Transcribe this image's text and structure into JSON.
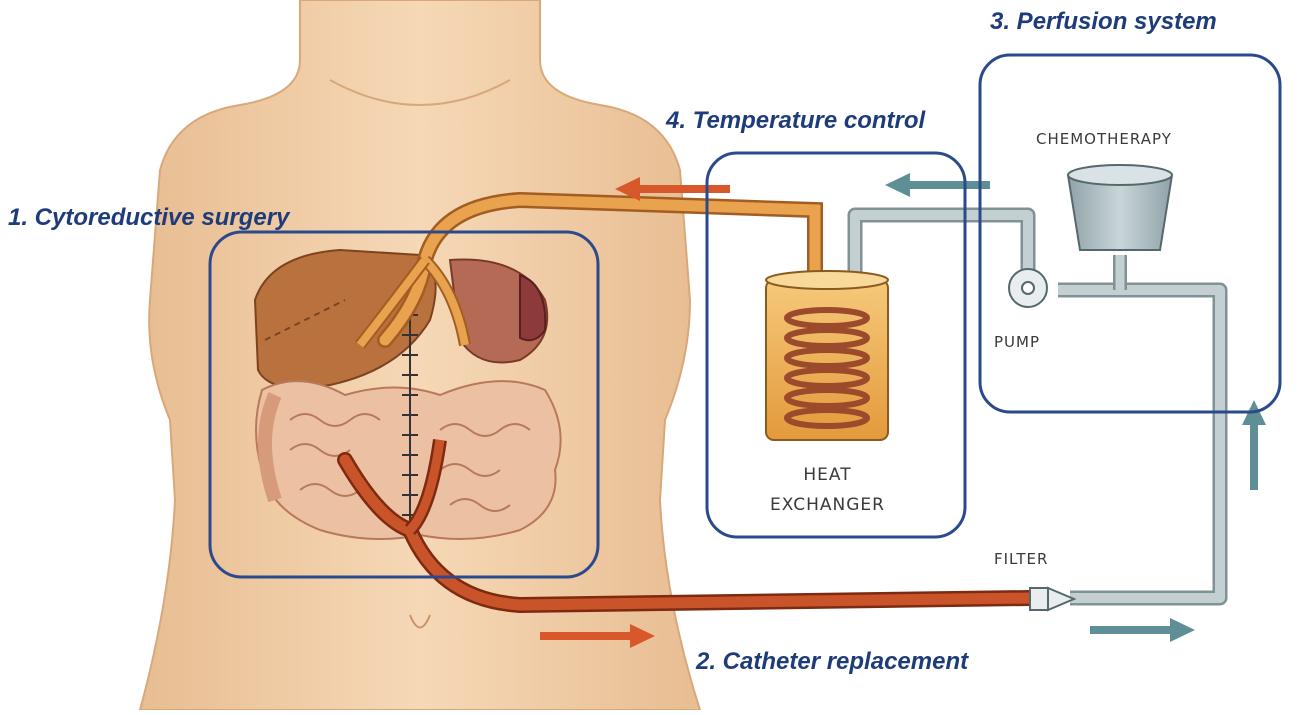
{
  "steps": {
    "cytoreductive_surgery": "1. Cytoreductive surgery",
    "catheter_replacement": "2. Catheter replacement",
    "perfusion_system": "3. Perfusion system",
    "temperature_control": "4. Temperature control"
  },
  "device_labels": {
    "chemotherapy": "CHEMOTHERAPY",
    "pump": "PUMP",
    "heat": "HEAT",
    "exchanger": "EXCHANGER",
    "filter": "FILTER"
  },
  "colors": {
    "label_text": "#1f3c7a",
    "box_outline": "#2a4a8c",
    "skin": "#f1cfaa",
    "inflow_tube": "#e08a3a",
    "outflow_tube": "#c85a2a",
    "return_tube": "#b9c7ca",
    "arrow_hot": "#d8582c",
    "arrow_cool": "#5f8f96"
  }
}
